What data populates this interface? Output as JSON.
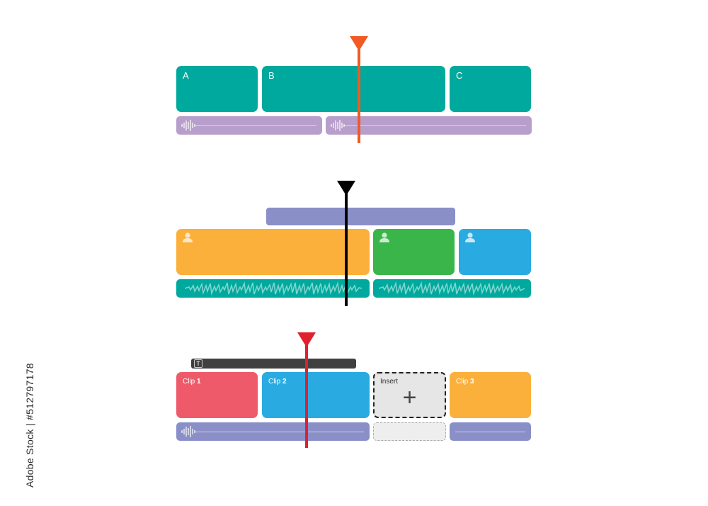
{
  "timeline1": {
    "clips": [
      {
        "label": "A",
        "color": "#00a99d"
      },
      {
        "label": "B",
        "color": "#00a99d"
      },
      {
        "label": "C",
        "color": "#00a99d"
      }
    ],
    "audio_color": "#b89ecb",
    "playhead_color": "#f15a24",
    "icons": [
      "waveform-icon",
      "playhead-icon"
    ]
  },
  "timeline2": {
    "overlay_color": "#8a8fc8",
    "clips": [
      {
        "color": "#fbb03b",
        "icon": "person-icon"
      },
      {
        "color": "#39b54a",
        "icon": "person-icon"
      },
      {
        "color": "#29abe2",
        "icon": "person-icon"
      }
    ],
    "audio_color": "#00a99d",
    "playhead_color": "#000000"
  },
  "timeline3": {
    "title_icon": "T",
    "title_bar_color": "#404040",
    "clips": [
      {
        "prefix": "Clip ",
        "num": "1",
        "color": "#ef5a6a"
      },
      {
        "prefix": "Clip ",
        "num": "2",
        "color": "#29abe2"
      },
      {
        "prefix": "Clip ",
        "num": "3",
        "color": "#fbb03b"
      }
    ],
    "insert": {
      "label": "Insert",
      "symbol": "+",
      "color": "#e6e6e6"
    },
    "audio_color": "#8a8fc8",
    "playhead_color": "#e0202f"
  },
  "watermark": "Adobe Stock | #512797178"
}
